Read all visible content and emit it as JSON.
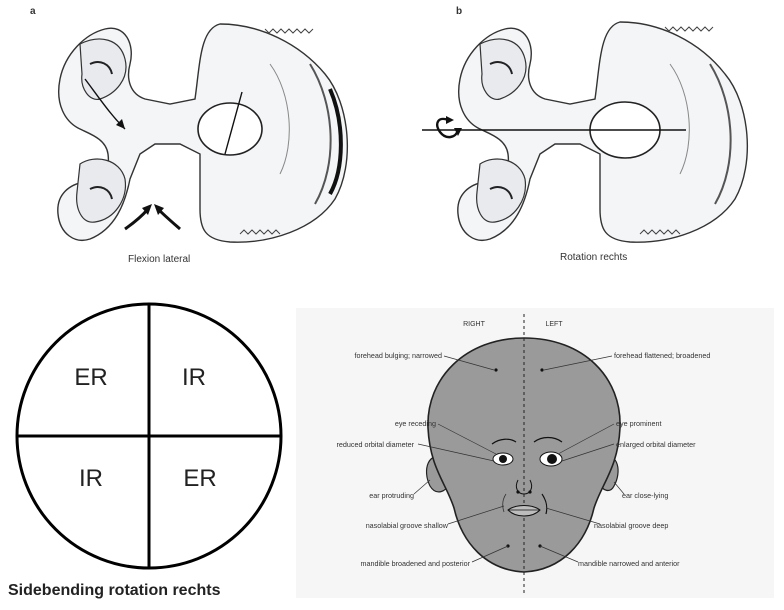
{
  "skull_a": {
    "letter": "a",
    "caption": "Flexion lateral"
  },
  "skull_b": {
    "letter": "b",
    "caption": "Rotation rechts"
  },
  "quadrant": {
    "cells": {
      "tl": "ER",
      "tr": "IR",
      "bl": "IR",
      "br": "ER"
    },
    "title": "Sidebending rotation rechts"
  },
  "face": {
    "right_header": "RIGHT",
    "left_header": "LEFT",
    "left_labels": [
      "forehead bulging; narrowed",
      "eye receding",
      "reduced orbital diameter",
      "ear protruding",
      "nasolabial groove shallow",
      "mandible broadened and posterior"
    ],
    "right_labels": [
      "forehead flattened; broadened",
      "eye prominent",
      "enlarged orbital diameter",
      "ear close-lying",
      "nasolabial groove deep",
      "mandible narrowed and anterior"
    ]
  }
}
